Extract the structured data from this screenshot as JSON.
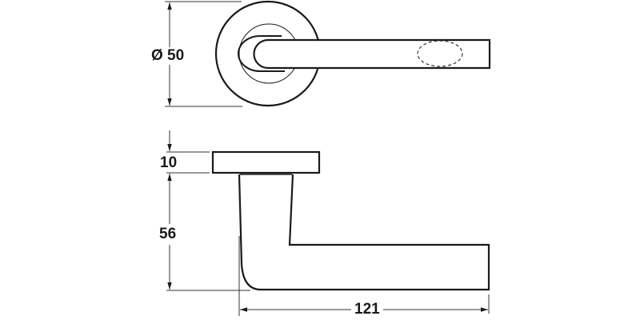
{
  "drawing": {
    "subject": "lever handle on round rose",
    "views": [
      "top view",
      "side view"
    ],
    "stroke_color": "#1a1a1a",
    "dim_line_color": "#333333",
    "background": "#ffffff"
  },
  "dimensions": {
    "rose_diameter": {
      "label": "Ø 50",
      "value": 50,
      "unit": "mm"
    },
    "rose_thickness": {
      "label": "10",
      "value": 10,
      "unit": "mm"
    },
    "lever_height": {
      "label": "56",
      "value": 56,
      "unit": "mm"
    },
    "lever_length": {
      "label": "121",
      "value": 121,
      "unit": "mm"
    }
  }
}
